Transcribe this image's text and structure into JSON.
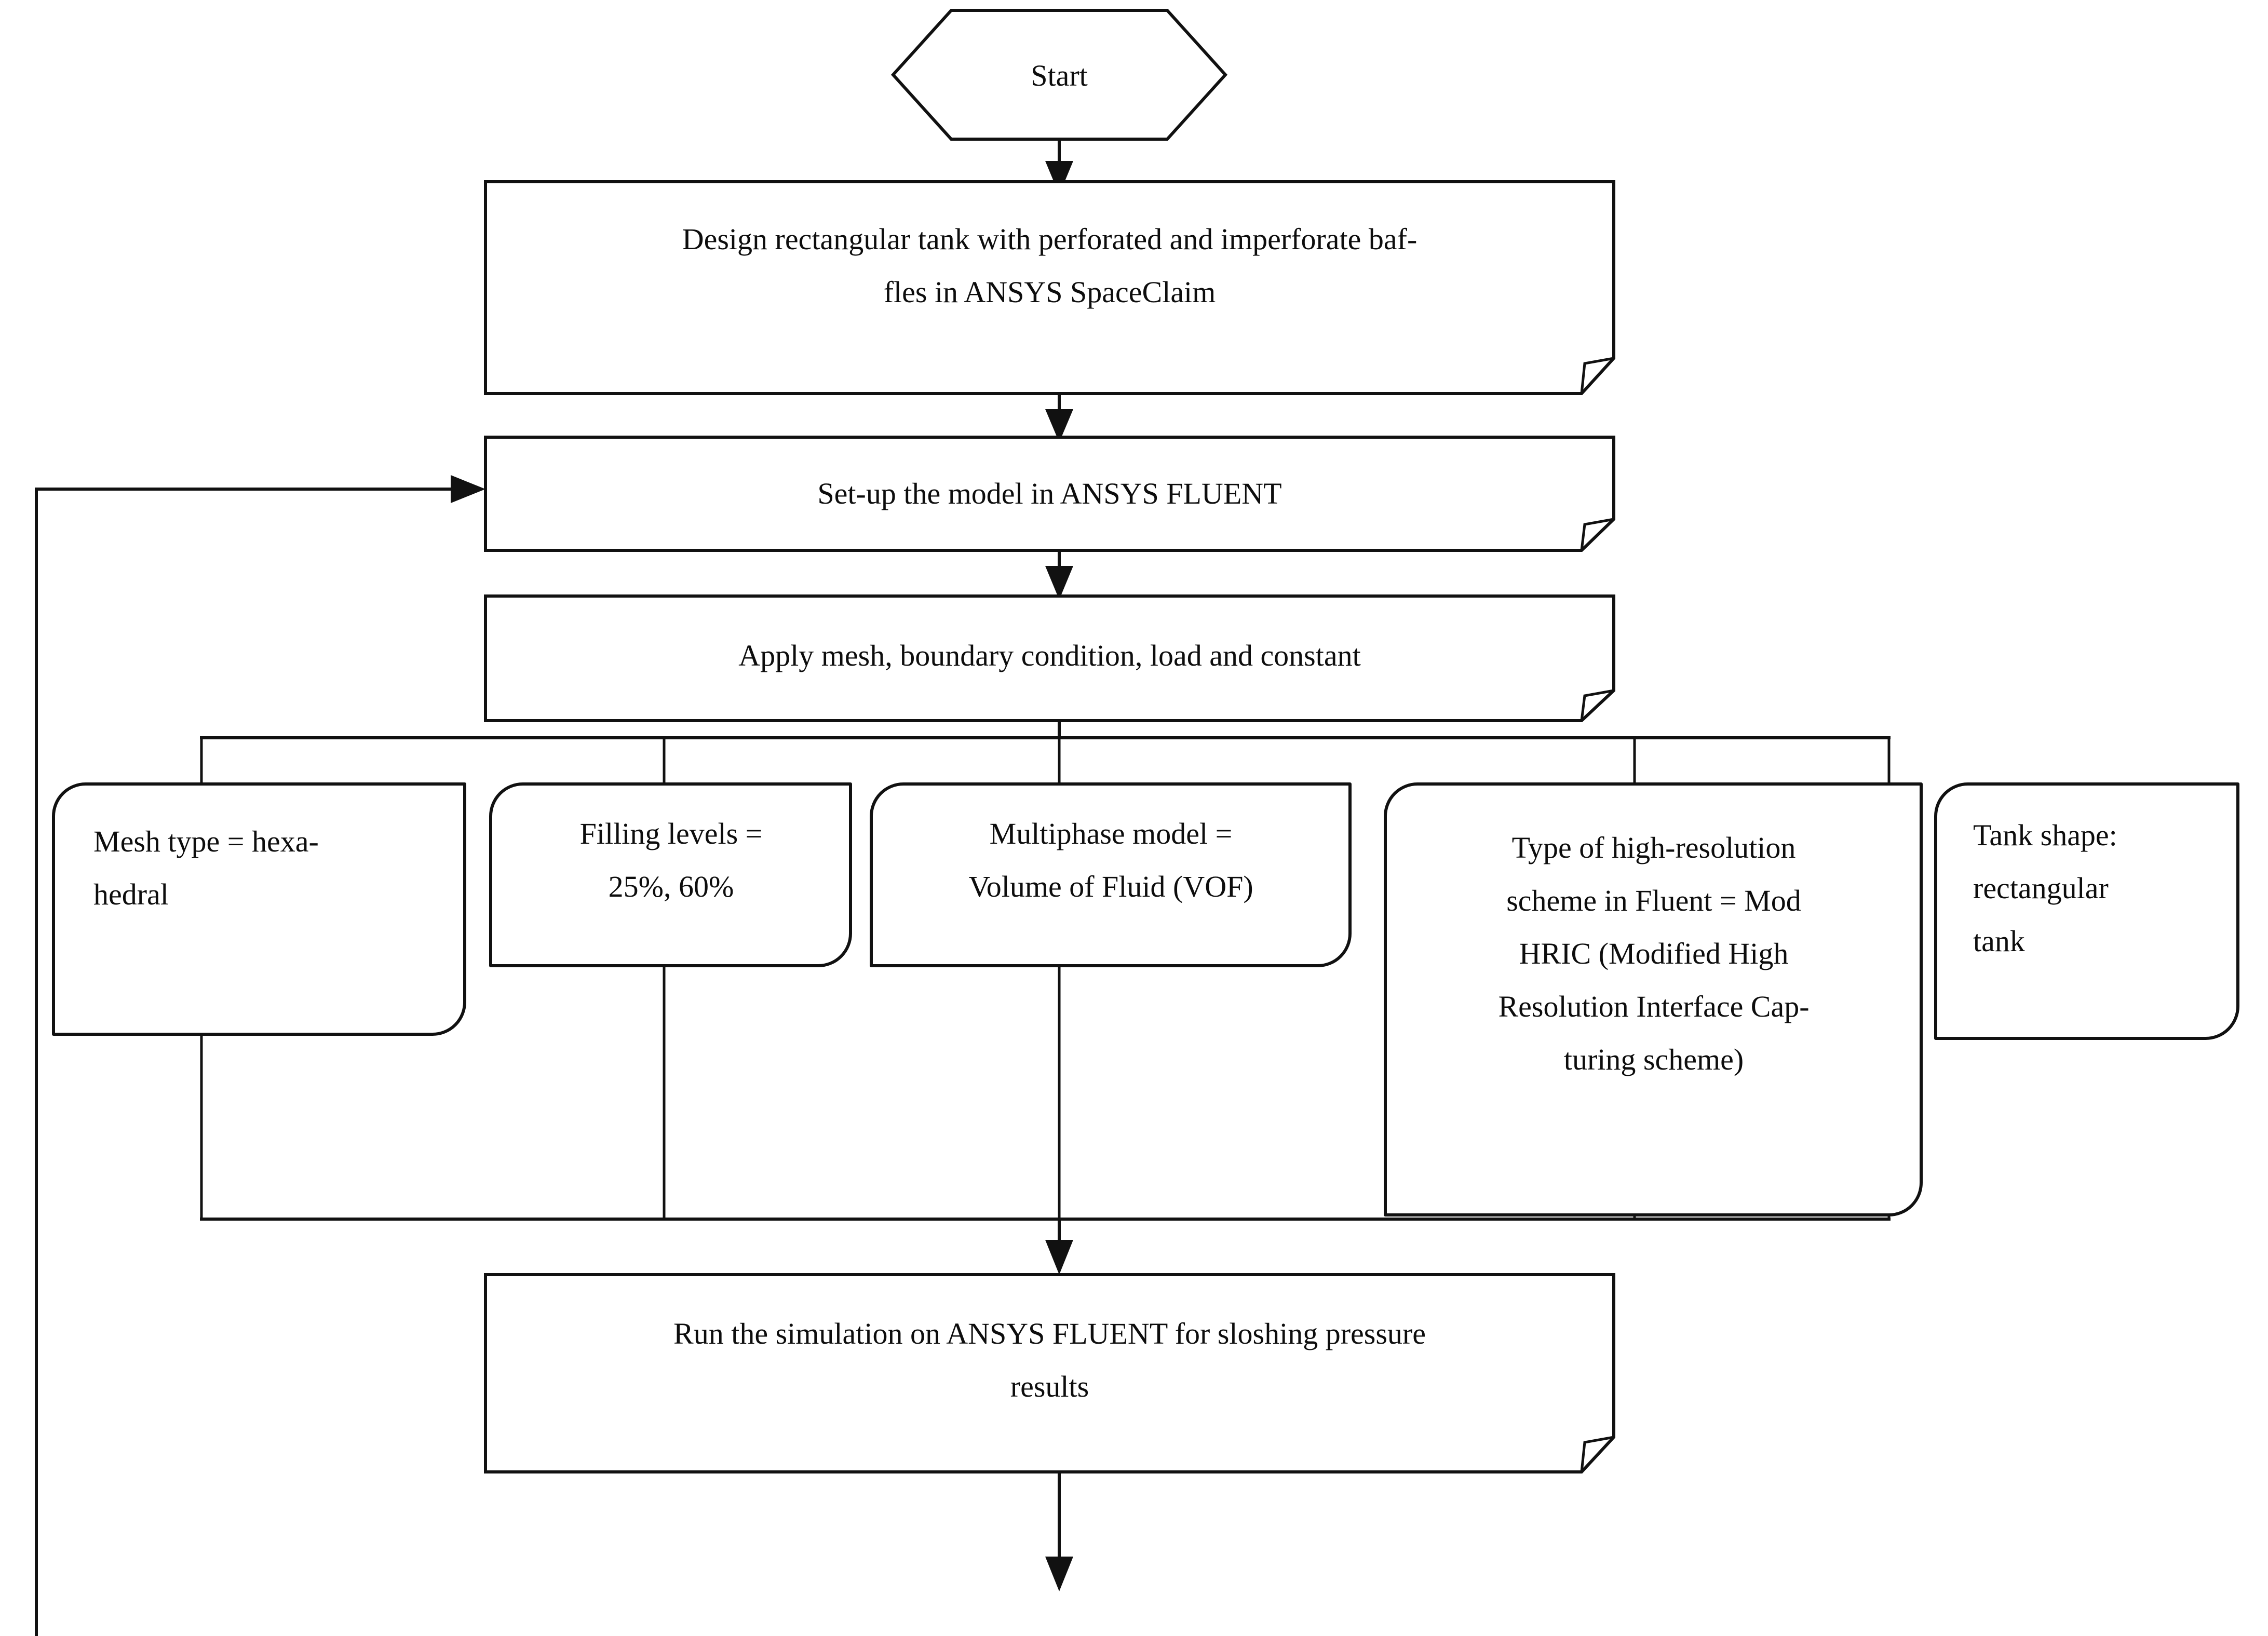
{
  "diagram": {
    "title": "CFD sloshing simulation methodology flowchart",
    "orientation": "top-to-bottom",
    "background_color": "#ffffff",
    "line_color": "#111111",
    "text_color": "#0d0d0d"
  },
  "nodes": {
    "start": {
      "id": "start",
      "shape": "hexagon",
      "label": "Start"
    },
    "design": {
      "id": "design",
      "shape": "document",
      "label": "Design rectangular tank with perforated and imperforate baf-\nfles in ANSYS SpaceClaim"
    },
    "setup": {
      "id": "setup",
      "shape": "document",
      "label": "Set-up the model in ANSYS FLUENT"
    },
    "apply": {
      "id": "apply",
      "shape": "document",
      "label": "Apply mesh, boundary condition, load and constant"
    },
    "mesh_type": {
      "id": "mesh-type",
      "shape": "rounded-rect",
      "align": "left",
      "label": "Mesh type = hexa-\nhedral"
    },
    "filling_levels": {
      "id": "filling-levels",
      "shape": "rounded-rect",
      "align": "center",
      "label": "Filling levels =\n25%, 60%"
    },
    "multiphase": {
      "id": "multiphase-model",
      "shape": "rounded-rect",
      "align": "center",
      "label": "Multiphase model =\nVolume of Fluid (VOF)"
    },
    "scheme": {
      "id": "resolution-scheme",
      "shape": "rounded-rect",
      "align": "center",
      "label": "Type of high-resolution\nscheme in Fluent = Mod\nHRIC (Modified High\nResolution Interface Cap-\nturing scheme)"
    },
    "tank_shape": {
      "id": "tank-shape",
      "shape": "rounded-rect",
      "align": "left",
      "label": "Tank shape:\nrectangular\ntank"
    },
    "run": {
      "id": "run-simulation",
      "shape": "document",
      "label": "Run the simulation on ANSYS FLUENT for sloshing pressure\nresults"
    }
  },
  "edges": [
    {
      "id": "start-to-design",
      "from": "start",
      "to": "design",
      "type": "arrow-down"
    },
    {
      "id": "design-to-setup",
      "from": "design",
      "to": "setup",
      "type": "arrow-down"
    },
    {
      "id": "setup-to-apply",
      "from": "setup",
      "to": "apply",
      "type": "arrow-down"
    },
    {
      "id": "apply-to-branch",
      "from": "apply",
      "to": "branch-bar-top",
      "type": "line-down"
    },
    {
      "id": "branch-mesh",
      "from": "branch-bar-top",
      "to": "mesh_type",
      "type": "line-down"
    },
    {
      "id": "branch-filling",
      "from": "branch-bar-top",
      "to": "filling_levels",
      "type": "line-down"
    },
    {
      "id": "branch-multiphase",
      "from": "branch-bar-top",
      "to": "multiphase",
      "type": "line-down"
    },
    {
      "id": "branch-scheme",
      "from": "branch-bar-top",
      "to": "scheme",
      "type": "line-down"
    },
    {
      "id": "branch-tank",
      "from": "branch-bar-top",
      "to": "tank_shape",
      "type": "line-down"
    },
    {
      "id": "merge-to-run",
      "from": "merge-bar-bottom",
      "to": "run",
      "type": "arrow-down"
    },
    {
      "id": "run-to-exit",
      "from": "run",
      "to": "exit",
      "type": "arrow-down"
    },
    {
      "id": "feedback-loop",
      "from": "exit",
      "to": "setup",
      "type": "arrow-left-up-right"
    }
  ]
}
